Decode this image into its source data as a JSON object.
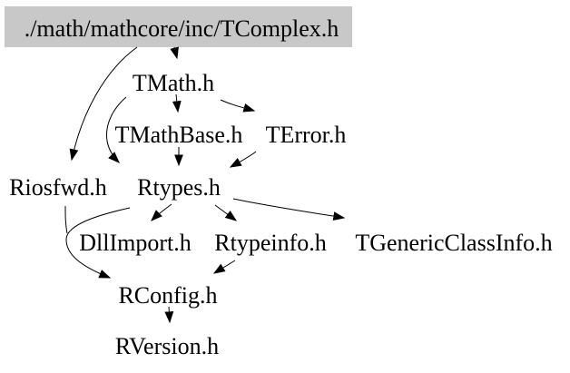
{
  "graph": {
    "type": "include-dependency-graph",
    "nodes": {
      "root": {
        "label": "./math/mathcore/inc/TComplex.h",
        "is_current_file": true
      },
      "tmath": {
        "label": "TMath.h"
      },
      "tmathbase": {
        "label": "TMathBase.h"
      },
      "terror": {
        "label": "TError.h"
      },
      "riosfwd": {
        "label": "Riosfwd.h"
      },
      "rtypes": {
        "label": "Rtypes.h"
      },
      "dllimport": {
        "label": "DllImport.h"
      },
      "rtypeinfo": {
        "label": "Rtypeinfo.h"
      },
      "tgenericclassinfo": {
        "label": "TGenericClassInfo.h"
      },
      "rconfig": {
        "label": "RConfig.h"
      },
      "rversion": {
        "label": "RVersion.h"
      }
    },
    "edges": [
      {
        "from": "./math/mathcore/inc/TComplex.h",
        "to": "TMath.h"
      },
      {
        "from": "./math/mathcore/inc/TComplex.h",
        "to": "Riosfwd.h"
      },
      {
        "from": "TMath.h",
        "to": "TMathBase.h"
      },
      {
        "from": "TMath.h",
        "to": "TError.h"
      },
      {
        "from": "TMath.h",
        "to": "Rtypes.h"
      },
      {
        "from": "TMathBase.h",
        "to": "Rtypes.h"
      },
      {
        "from": "TError.h",
        "to": "Rtypes.h"
      },
      {
        "from": "Rtypes.h",
        "to": "DllImport.h"
      },
      {
        "from": "Rtypes.h",
        "to": "Rtypeinfo.h"
      },
      {
        "from": "Rtypes.h",
        "to": "TGenericClassInfo.h"
      },
      {
        "from": "Rtypes.h",
        "to": "RConfig.h"
      },
      {
        "from": "Riosfwd.h",
        "to": "RConfig.h"
      },
      {
        "from": "Rtypeinfo.h",
        "to": "RConfig.h"
      },
      {
        "from": "RConfig.h",
        "to": "RVersion.h"
      }
    ]
  },
  "colors": {
    "background": "#ffffff",
    "root_node_fill": "#c8c8c8",
    "edge": "#000000",
    "text": "#000000"
  }
}
